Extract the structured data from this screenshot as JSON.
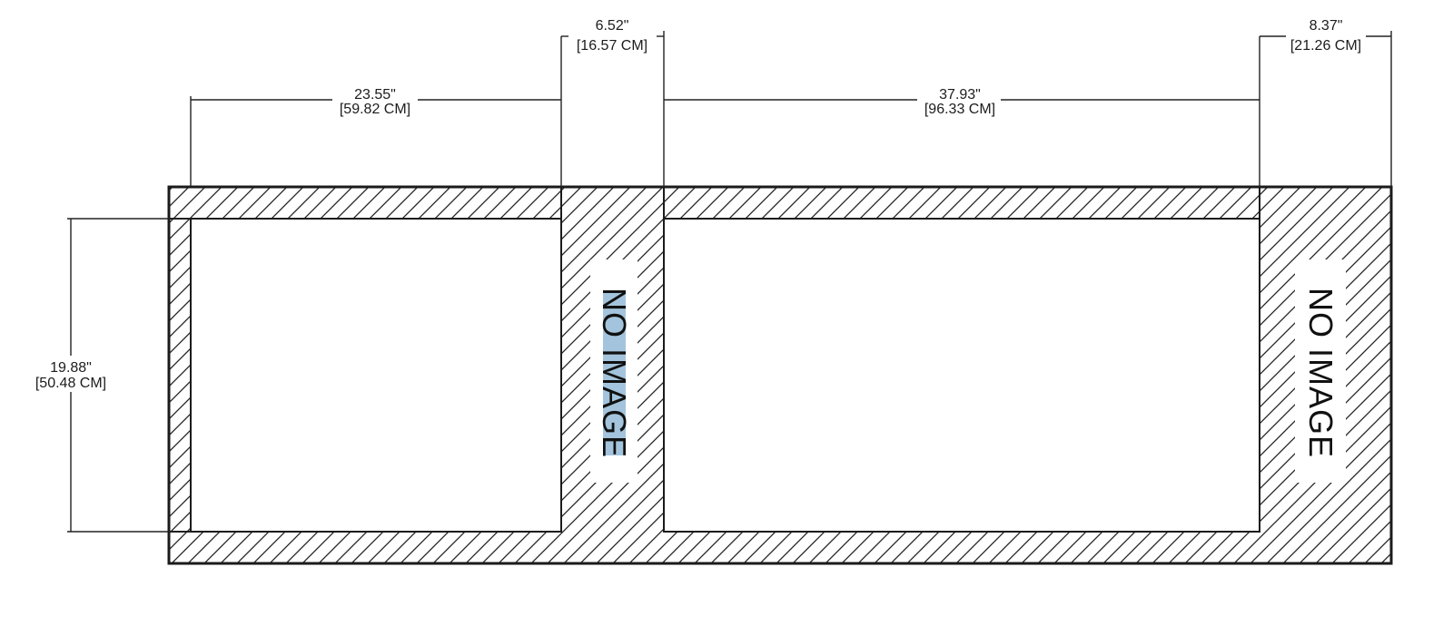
{
  "dimensions": {
    "left_opening_width": {
      "in": "23.55\"",
      "cm": "[59.82 CM]"
    },
    "left_separator_width": {
      "in": "6.52\"",
      "cm": "[16.57 CM]"
    },
    "right_opening_width": {
      "in": "37.93\"",
      "cm": "[96.33 CM]"
    },
    "right_panel_width": {
      "in": "8.37\"",
      "cm": "[21.26 CM]"
    },
    "opening_height": {
      "in": "19.88\"",
      "cm": "[50.48 CM]"
    }
  },
  "panels": {
    "middle_label": "NO IMAGE",
    "right_label": "NO IMAGE",
    "middle_label_selected": true
  },
  "colors": {
    "line": "#1b1b1b",
    "hatch": "#222222",
    "selection": "#a3c4dc",
    "background": "#ffffff"
  }
}
